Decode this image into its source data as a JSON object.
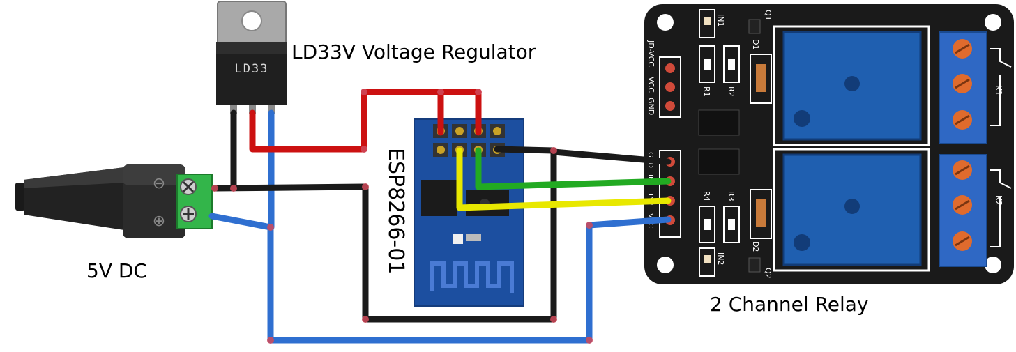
{
  "labels": {
    "regulator": "LD33V Voltage Regulator",
    "regulator_marking": "LD33",
    "module": "ESP8266-01",
    "power": "5V DC",
    "relay": "2 Channel Relay"
  },
  "relay_board": {
    "top_header": [
      "JD-VCC",
      "VCC",
      "GND"
    ],
    "input_header": [
      "GND",
      "IN1",
      "IN2",
      "VCC"
    ],
    "silkscreen": [
      "IN1",
      "Q1",
      "D1",
      "R1",
      "R2",
      "K1",
      "R4",
      "R3",
      "K2",
      "D2",
      "IN2",
      "Q2"
    ]
  },
  "jack": {
    "minus_symbol": "⊖",
    "plus_symbol": "⊕"
  },
  "wire_colors": {
    "ground": "#1a1a1a",
    "supply_3v3": "#cc1111",
    "supply_5v": "#2f6fd0",
    "signal_in1": "#22aa22",
    "signal_in2": "#e8e800"
  }
}
